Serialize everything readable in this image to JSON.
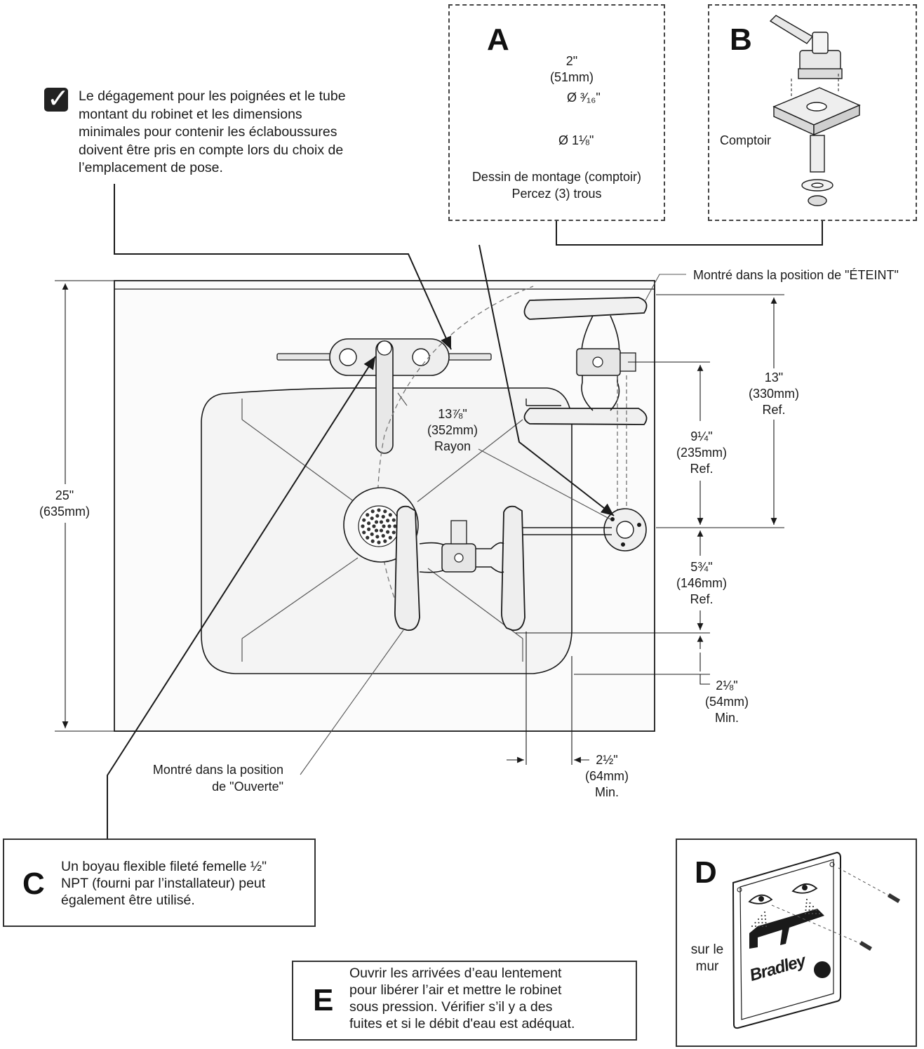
{
  "note_top": {
    "lines": [
      "Le dégagement pour les poignées et le tube",
      "montant du robinet et les dimensions",
      "minimales pour contenir les éclaboussures",
      "doivent être pris en compte lors du choix de",
      "l’emplacement de pose."
    ]
  },
  "panel_a": {
    "letter": "A",
    "dim_spacing": [
      "2\"",
      "(51mm)"
    ],
    "dim_small_hole": "Ø ³⁄₁₆\"",
    "dim_large_hole": "Ø 1⅛\"",
    "caption": [
      "Dessin de montage (comptoir)",
      "Percez (3) trous"
    ]
  },
  "panel_b": {
    "letter": "B",
    "label": "Comptoir"
  },
  "callouts": {
    "off_position": "Montré dans la position de \"ÉTEINT\"",
    "open_position": [
      "Montré dans la position",
      "de \"Ouverte\""
    ]
  },
  "dimensions": {
    "height": [
      "25\"",
      "(635mm)"
    ],
    "radius": [
      "13⅞\"",
      "(352mm)",
      "Rayon"
    ],
    "d13": [
      "13\"",
      "(330mm)",
      "Ref."
    ],
    "d9": [
      "9¼\"",
      "(235mm)",
      "Ref."
    ],
    "d5": [
      "5¾\"",
      "(146mm)",
      "Ref."
    ],
    "d2_1_8": [
      "2⅛\"",
      "(54mm)",
      "Min."
    ],
    "d2_1_2": [
      "2½\"",
      "(64mm)",
      "Min."
    ]
  },
  "panel_c": {
    "letter": "C",
    "lines": [
      "Un boyau flexible fileté femelle ½\"",
      "NPT (fourni par l’installateur) peut",
      "également être utilisé."
    ]
  },
  "panel_d": {
    "letter": "D",
    "label": [
      "sur le",
      "mur"
    ],
    "sign_brand": "Bradley"
  },
  "panel_e": {
    "letter": "E",
    "lines": [
      "Ouvrir les arrivées d’eau lentement",
      "pour libérer l’air et mettre le robinet",
      "sous pression. Vérifier s’il y a des",
      "fuites et si le débit d'eau est adéquat."
    ]
  },
  "colors": {
    "line": "#1a1a1a",
    "fill_light": "#f2f2f2",
    "fill_mid": "#dcdcdc"
  }
}
